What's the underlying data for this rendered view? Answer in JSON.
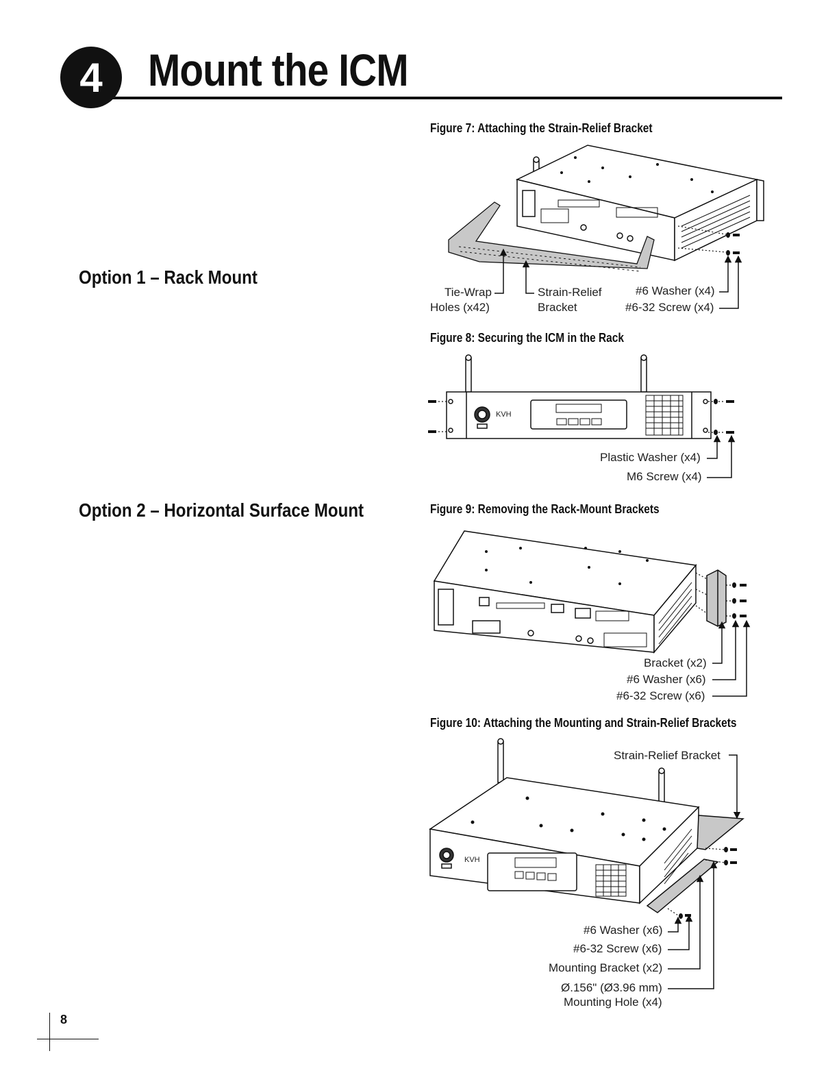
{
  "header": {
    "step_number": "4",
    "title": "Mount the ICM"
  },
  "options": [
    {
      "label": "Option 1 – Rack Mount"
    },
    {
      "label": "Option 2 – Horizontal Surface Mount"
    }
  ],
  "figures": [
    {
      "caption": "Figure 7:  Attaching the Strain-Relief Bracket",
      "labels": [
        "Tie-Wrap",
        "Holes (x42)",
        "Strain-Relief",
        "Bracket",
        "#6 Washer (x4)",
        "#6-32 Screw (x4)"
      ]
    },
    {
      "caption": "Figure 8:  Securing the ICM in the Rack",
      "labels": [
        "Plastic Washer (x4)",
        "M6 Screw (x4)"
      ],
      "panel_logo": "KVH"
    },
    {
      "caption": "Figure 9:  Removing the Rack-Mount Brackets",
      "labels": [
        "Bracket (x2)",
        "#6 Washer (x6)",
        "#6-32 Screw (x6)"
      ]
    },
    {
      "caption": "Figure 10:  Attaching the Mounting and Strain-Relief Brackets",
      "labels": [
        "Strain-Relief Bracket",
        "#6 Washer (x6)",
        "#6-32 Screw (x6)",
        "Mounting Bracket (x2)",
        "Ø.156\" (Ø3.96 mm)",
        "Mounting Hole (x4)"
      ],
      "panel_logo": "KVH"
    }
  ],
  "footer": {
    "page_number": "8"
  }
}
